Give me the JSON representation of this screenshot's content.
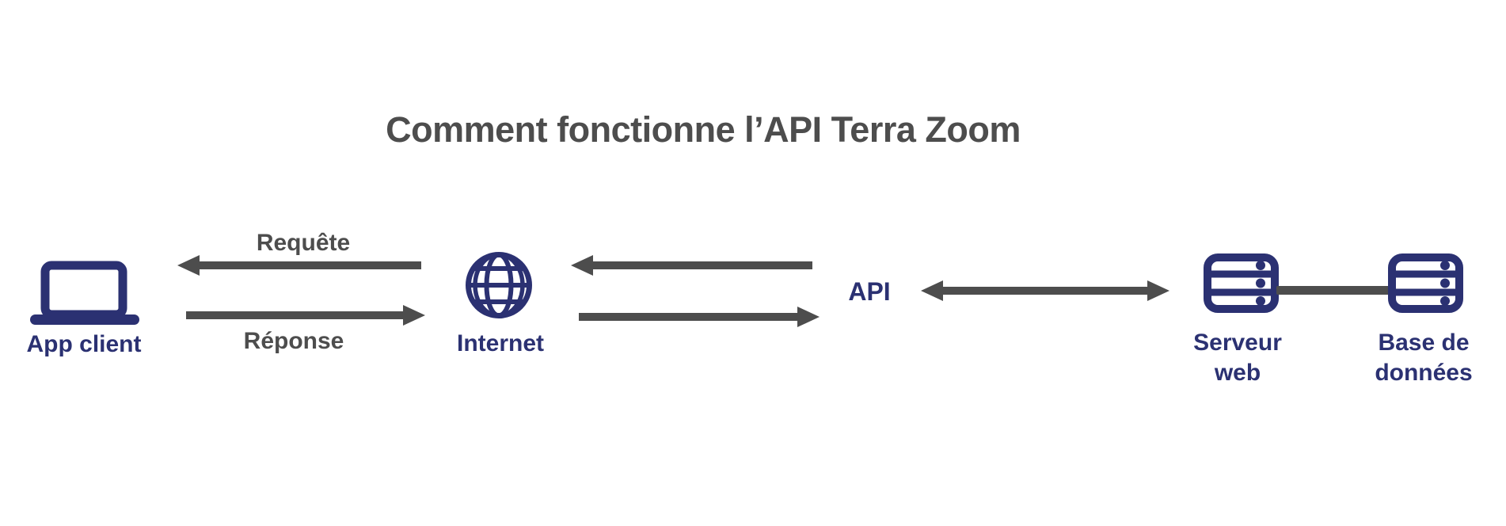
{
  "title": "Comment fonctionne l’API Terra Zoom",
  "colors": {
    "icon_navy": "#2b3172",
    "arrow_gray": "#4d4d4d",
    "background": "#ffffff"
  },
  "nodes": {
    "app_client": {
      "label": "App client",
      "icon": "laptop-icon"
    },
    "internet": {
      "label": "Internet",
      "icon": "globe-icon"
    },
    "api": {
      "label": "API"
    },
    "web_server": {
      "label": "Serveur\nweb",
      "icon": "server-icon"
    },
    "database": {
      "label": "Base de\ndonnées",
      "icon": "database-server-icon"
    }
  },
  "connections": {
    "request": {
      "label": "Requête",
      "direction": "left",
      "from": "internet",
      "to": "app_client"
    },
    "response": {
      "label": "Réponse",
      "direction": "right",
      "from": "app_client",
      "to": "internet"
    },
    "internet_api_upper": {
      "label": "",
      "direction": "left",
      "from": "api",
      "to": "internet"
    },
    "internet_api_lower": {
      "label": "",
      "direction": "right",
      "from": "internet",
      "to": "api"
    },
    "api_web_server": {
      "label": "",
      "direction": "both",
      "from": "api",
      "to": "web_server"
    },
    "web_server_database": {
      "label": "",
      "direction": "none",
      "from": "web_server",
      "to": "database"
    }
  }
}
